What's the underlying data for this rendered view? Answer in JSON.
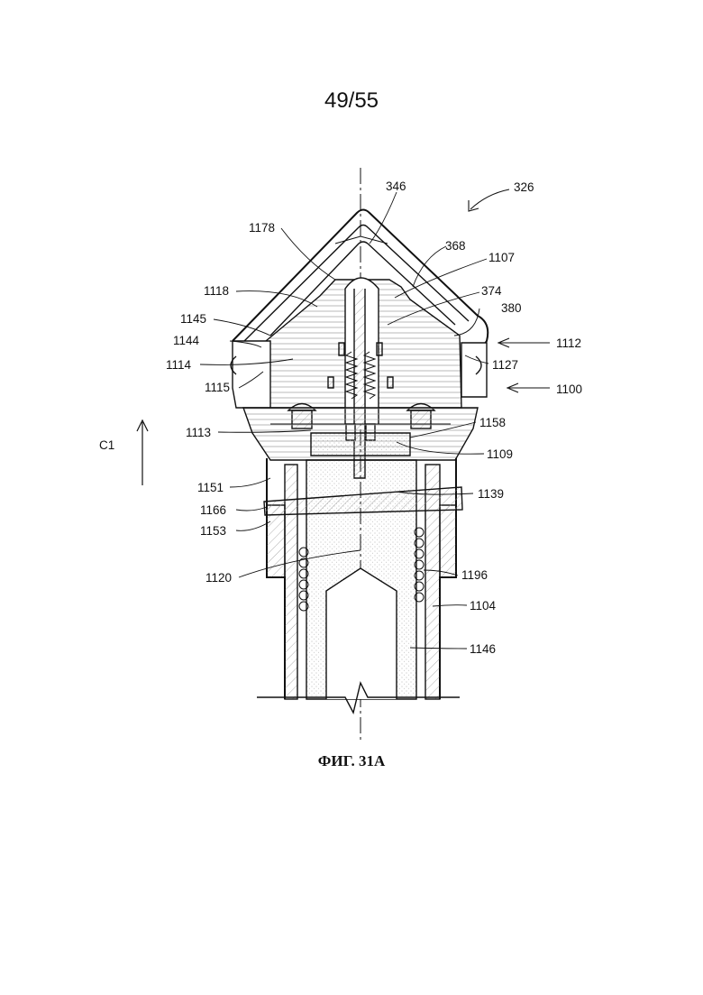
{
  "sheet": {
    "page_number": "49/55"
  },
  "figure": {
    "caption": "ФИГ. 31А"
  },
  "direction_label": "C1",
  "labels": {
    "l326": "326",
    "l346": "346",
    "l1178": "1178",
    "l368": "368",
    "l1107": "1107",
    "l1118": "1118",
    "l374": "374",
    "l380": "380",
    "l1145": "1145",
    "l1112": "1112",
    "l1144": "1144",
    "l1114": "1114",
    "l1127": "1127",
    "l1115": "1115",
    "l1100": "1100",
    "l1113": "1113",
    "l1158": "1158",
    "l1109": "1109",
    "l1151": "1151",
    "l1139": "1139",
    "l1166": "1166",
    "l1153": "1153",
    "l1120": "1120",
    "l1196": "1196",
    "l1104": "1104",
    "l1146": "1146"
  },
  "colors": {
    "ink": "#111111",
    "hatch": "#9a9a9a",
    "stipple": "#b5b5b5"
  }
}
